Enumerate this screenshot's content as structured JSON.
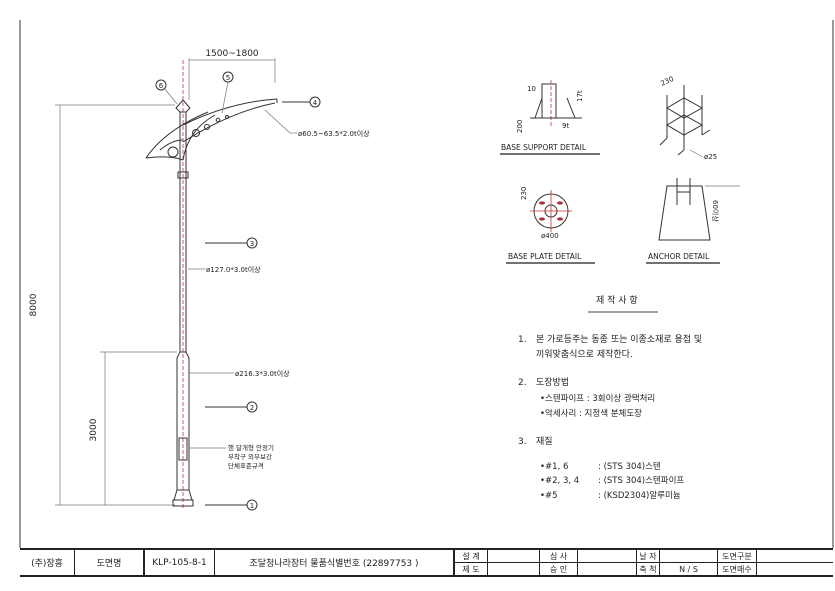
{
  "dimensions": {
    "arm_span": "1500~1800",
    "total_height": "8000",
    "lower_height": "3000"
  },
  "callouts": [
    "1",
    "2",
    "3",
    "4",
    "5",
    "6"
  ],
  "specs": {
    "arm_pipe": "ø60.5~63.5*2.0t이상",
    "upper_pipe": "ø127.0*3.0t이상",
    "lower_pipe": "ø216.3*3.0t이상",
    "door_note": [
      "핸 달개형 안정기",
      "부착구 외부보강",
      "단체표준규격"
    ]
  },
  "details": {
    "base_support": {
      "title": "BASE SUPPORT DETAIL",
      "dims": [
        "10",
        "17t",
        "200",
        "9t"
      ]
    },
    "anchor_frame": {
      "dims": [
        "230",
        "ø25"
      ]
    },
    "base_plate": {
      "title": "BASE PLATE DETAIL",
      "dims": [
        "230",
        "ø400"
      ]
    },
    "anchor": {
      "title": "ANCHOR DETAIL",
      "dims": [
        "60이상"
      ]
    }
  },
  "notes": {
    "title": "제 작 사 항",
    "item1_num": "1.",
    "item1_line1": "본 가로등주는 동종 또는 이종소재로 용접 및",
    "item1_line2": "끼워맞춤식으로 제작한다.",
    "item2_num": "2.",
    "item2_title": "도장방법",
    "item2_lines": [
      "•스텐파이프 : 3회이상 광택처리",
      "•악세사리 : 지정색 분체도장"
    ],
    "item3_num": "3.",
    "item3_title": "재질",
    "materials": [
      {
        "parts": "•#1, 6",
        "spec": ": (STS 304)스텐"
      },
      {
        "parts": "•#2, 3, 4",
        "spec": ": (STS 304)스텐파이프"
      },
      {
        "parts": "•#5",
        "spec": ": (KSD2304)알루미늄"
      }
    ]
  },
  "title_block": {
    "company": "(주)장흥",
    "drawing_name_label": "도면명",
    "drawing_no": "KLP-105-8-1",
    "title": "조달청나라장터 물품식별번호 (22897753 )",
    "design": "설  계",
    "draft": "제  도",
    "review": "심  사",
    "approve": "승  인",
    "date": "날  자",
    "scale_label": "축  척",
    "scale": "N / S",
    "category": "도면구분",
    "sheets": "도면매수"
  }
}
